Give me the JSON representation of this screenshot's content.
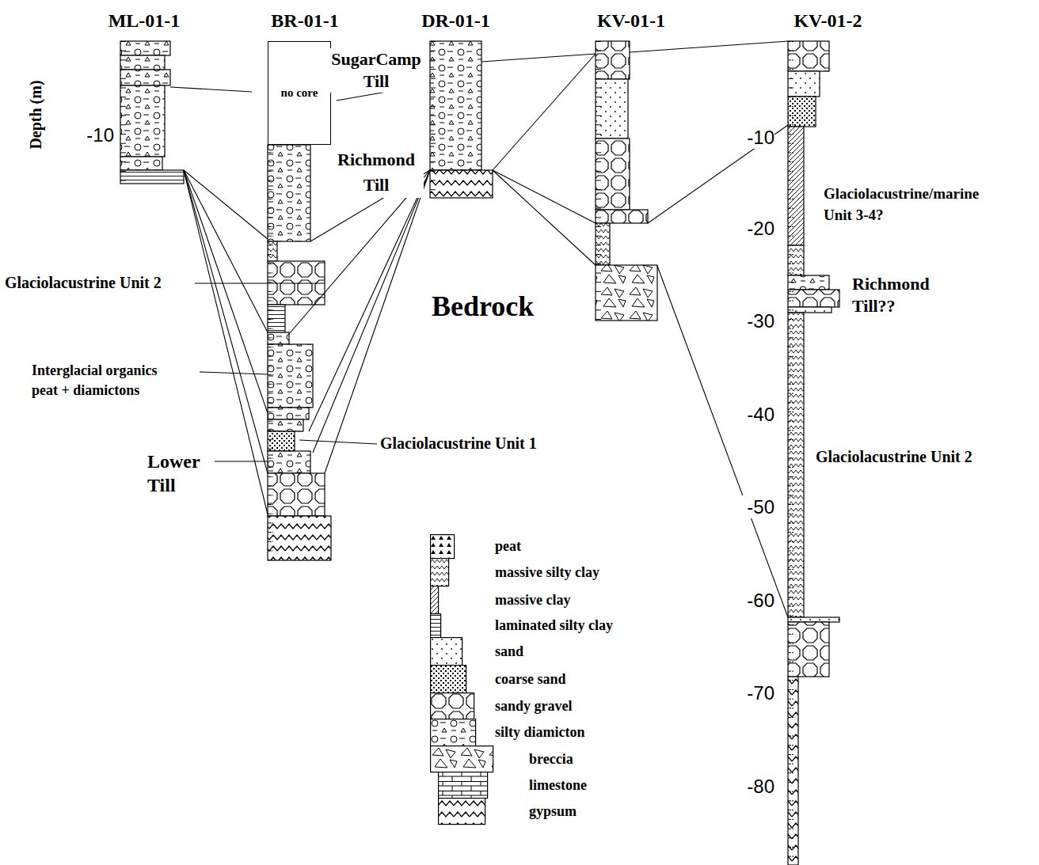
{
  "diagram": {
    "nodes": [
      {
        "text": [
          "ML-01-1"
        ]
      },
      {
        "text": [
          "BR-01-1"
        ]
      },
      {
        "text": [
          "no core"
        ],
        "in": 1
      },
      {
        "text": [
          "DR-01-1"
        ]
      },
      {
        "text": [
          "KV-01-1"
        ]
      },
      {
        "text": [
          "KV-01-2"
        ]
      }
    ],
    "labels": [
      "Depth (m)",
      "-10",
      "SugarCamp Till",
      "Richmond Till",
      "Glaciolacustrine Unit 2",
      "Interglacial organics peat + diamictons",
      "Lower Till",
      "Glaciolacustrine Unit 1",
      "Bedrock",
      "Glaciolacustrine/marine Unit 3-4?",
      "Richmond Till??",
      "Glaciolacustrine Unit 2",
      "-10",
      "-20",
      "-30",
      "-40",
      "-50",
      "-60",
      "-70",
      "-80"
    ],
    "legend": [
      {
        "text": "peat"
      },
      {
        "text": "massive silty clay"
      },
      {
        "text": "massive clay"
      },
      {
        "text": "laminated silty clay"
      },
      {
        "text": "sand"
      },
      {
        "text": "coarse sand"
      },
      {
        "text": "sandy gravel"
      },
      {
        "text": "silty diamicton"
      },
      {
        "text": "breccia"
      },
      {
        "text": "limestone"
      },
      {
        "text": "gypsum"
      }
    ]
  }
}
